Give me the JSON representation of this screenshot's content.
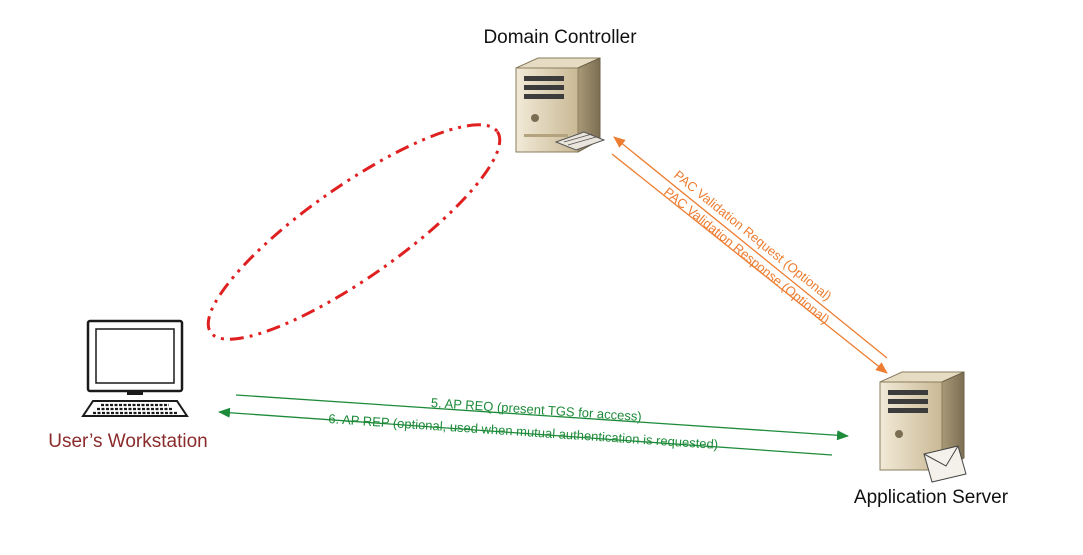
{
  "nodes": {
    "domain_controller": {
      "label": "Domain Controller",
      "icon": "server-tower-icon"
    },
    "workstation": {
      "label": "User’s Workstation",
      "icon": "desktop-computer-icon"
    },
    "application_server": {
      "label": "Application Server",
      "icon": "server-tower-icon"
    }
  },
  "arrows": {
    "pac_request": {
      "label": "PAC Validation Request (Optional)"
    },
    "pac_response": {
      "label": "PAC Validation Response (Optional)"
    },
    "ap_req": {
      "label": "5. AP REQ (present TGS for access)"
    },
    "ap_rep": {
      "label": "6. AP REP (optional, used when mutual authentication is requested)"
    }
  },
  "colors": {
    "pac": "#ED7D31",
    "ap": "#1E8B3A",
    "workstation_label": "#8B2B2B",
    "ellipse": "#E02020",
    "text": "#111111"
  }
}
